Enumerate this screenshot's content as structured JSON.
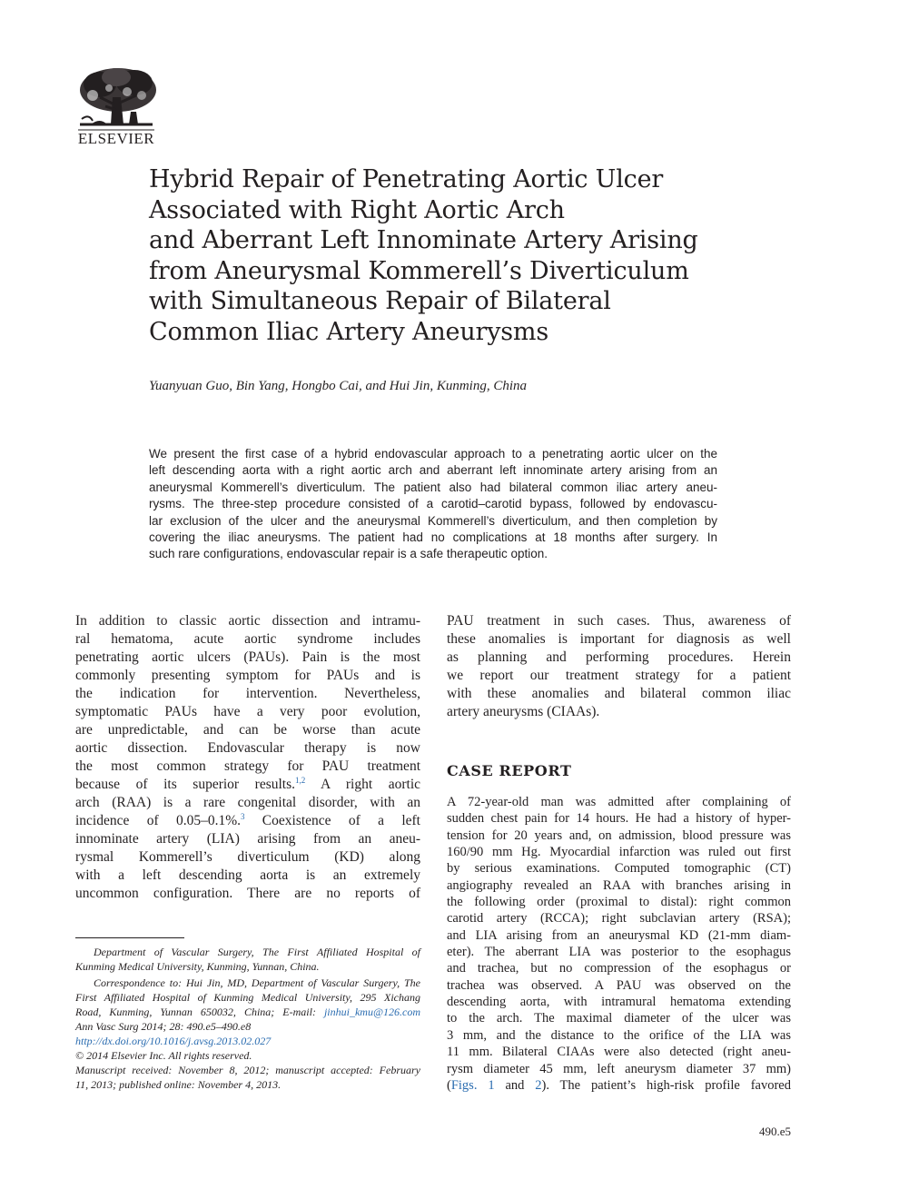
{
  "publisher": {
    "name": "ELSEVIER"
  },
  "article": {
    "title_lines": [
      "Hybrid Repair of Penetrating Aortic Ulcer",
      "Associated with Right Aortic Arch",
      "and Aberrant Left Innominate Artery Arising",
      "from Aneurysmal Kommerell’s Diverticulum",
      "with Simultaneous Repair of Bilateral",
      "Common Iliac Artery Aneurysms"
    ],
    "authors": "Yuanyuan Guo, Bin Yang, Hongbo Cai, and Hui Jin, Kunming, China",
    "abstract_lines": [
      "We present the first case of a hybrid endovascular approach to a penetrating aortic ulcer on the",
      "left descending aorta with a right aortic arch and aberrant left innominate artery arising from an",
      "aneurysmal Kommerell’s diverticulum. The patient also had bilateral common iliac artery aneu-",
      "rysms. The three-step procedure consisted of a carotid–carotid bypass, followed by endovascu-",
      "lar exclusion of the ulcer and the aneurysmal Kommerell’s diverticulum, and then completion by",
      "covering the iliac aneurysms. The patient had no complications at 18 months after surgery. In",
      "such rare configurations, endovascular repair is a safe therapeutic option."
    ]
  },
  "body": {
    "intro": {
      "l01": "In addition to classic aortic dissection and intramu-",
      "l02": "ral hematoma, acute aortic syndrome includes",
      "l03": "penetrating aortic ulcers (PAUs). Pain is the most",
      "l04": "commonly presenting symptom for PAUs and is",
      "l05": "the indication for intervention. Nevertheless,",
      "l06": "symptomatic PAUs have a very poor evolution,",
      "l07": "are unpredictable, and can be worse than acute",
      "l08": "aortic dissection. Endovascular therapy is now",
      "l09": "the most common strategy for PAU treatment",
      "l10a": "because of its superior results.",
      "ref_a": "1,2",
      "l10b": " A right aortic",
      "l11": "arch (RAA) is a rare congenital disorder, with an",
      "l12a": "incidence of 0.05–0.1%.",
      "ref_b": "3",
      "l12b": " Coexistence of a left",
      "l13": "innominate artery (LIA) arising from an aneu-",
      "l14": "rysmal Kommerell’s diverticulum (KD) along",
      "l15": "with a left descending aorta is an extremely",
      "l16": "uncommon configuration. There are no reports of"
    },
    "intro_cont_lines": [
      "PAU treatment in such cases. Thus, awareness of",
      "these anomalies is important for diagnosis as well",
      "as planning and performing procedures. Herein",
      "we report our treatment strategy for a patient",
      "with these anomalies and bilateral common iliac",
      "artery aneurysms (CIAAs)."
    ],
    "case_heading": "CASE REPORT",
    "case_lines": [
      "A 72-year-old man was admitted after complaining of",
      "sudden chest pain for 14 hours. He had a history of hyper-",
      "tension for 20 years and, on admission, blood pressure was",
      "160/90 mm Hg. Myocardial infarction was ruled out first",
      "by serious examinations. Computed tomographic (CT)",
      "angiography revealed an RAA with branches arising in",
      "the following order (proximal to distal): right common",
      "carotid artery (RCCA); right subclavian artery (RSA);",
      "and LIA arising from an aneurysmal KD (21-mm diam-",
      "eter). The aberrant LIA was posterior to the esophagus",
      "and trachea, but no compression of the esophagus or",
      "trachea was observed. A PAU was observed on the",
      "descending aorta, with intramural hematoma extending",
      "to the arch. The maximal diameter of the ulcer was",
      "3 mm, and the distance to the orifice of the LIA was",
      "11 mm. Bilateral CIAAs were also detected (right aneu-",
      "rysm diameter 45 mm, left aneurysm diameter 37 mm)"
    ],
    "case_last": {
      "p1": "(",
      "fig_link": "Figs. 1",
      "p2": " and ",
      "fig2_link": "2",
      "p3": "). The patient’s high-risk profile favored"
    }
  },
  "footnotes": {
    "affiliation_lines": [
      "Department of Vascular Surgery, The First Affiliated Hospital of",
      "Kunming Medical University, Kunming, Yunnan, China."
    ],
    "correspondence": {
      "l1": "Correspondence to: Hui Jin, MD, Department of Vascular Surgery, The",
      "l2": "First Affiliated Hospital of Kunming Medical University, 295 Xichang",
      "l3a": "Road, Kunming, Yunnan 650032, China; E-mail: ",
      "email": "jinhui_kmu@126.com"
    },
    "citation": "Ann Vasc Surg 2014; 28: 490.e5–490.e8",
    "doi": "http://dx.doi.org/10.1016/j.avsg.2013.02.027",
    "copyright": "© 2014 Elsevier Inc. All rights reserved.",
    "dates_lines": [
      "Manuscript received: November 8, 2012; manuscript accepted: February",
      "11, 2013; published online: November 4, 2013."
    ]
  },
  "page_number": "490.e5",
  "colors": {
    "text": "#231f20",
    "link": "#2a6cb0"
  }
}
